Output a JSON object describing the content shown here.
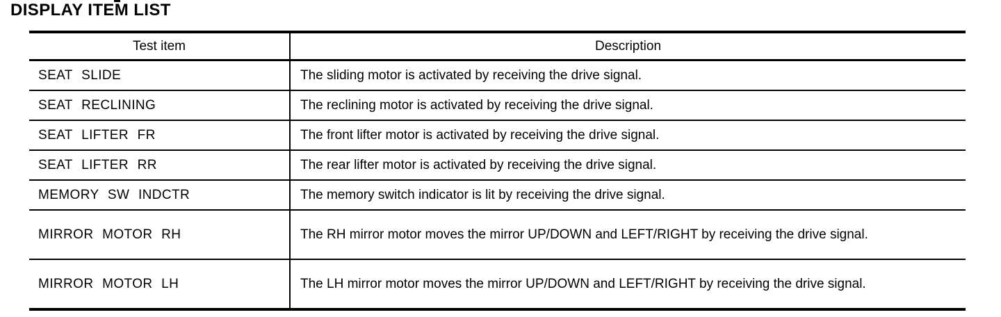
{
  "page": {
    "title": "DISPLAY ITEM LIST"
  },
  "colors": {
    "text": "#000000",
    "background": "#ffffff",
    "border": "#000000"
  },
  "table": {
    "headers": [
      "Test item",
      "Description"
    ],
    "rows": [
      {
        "item": "SEAT SLIDE",
        "description": "The sliding motor is activated by receiving the drive signal."
      },
      {
        "item": "SEAT RECLINING",
        "description": "The reclining motor is activated by receiving the drive signal."
      },
      {
        "item": "SEAT LIFTER FR",
        "description": "The front lifter motor is activated by receiving the drive signal."
      },
      {
        "item": "SEAT LIFTER RR",
        "description": "The rear lifter motor is activated by receiving the drive signal."
      },
      {
        "item": "MEMORY SW INDCTR",
        "description": "The memory switch indicator is lit by receiving the drive signal."
      },
      {
        "item": "MIRROR MOTOR RH",
        "description": "The RH mirror motor moves the mirror UP/DOWN and LEFT/RIGHT by receiving the drive signal."
      },
      {
        "item": "MIRROR MOTOR LH",
        "description": "The LH mirror motor moves the mirror UP/DOWN and LEFT/RIGHT by receiving the drive signal."
      }
    ]
  }
}
